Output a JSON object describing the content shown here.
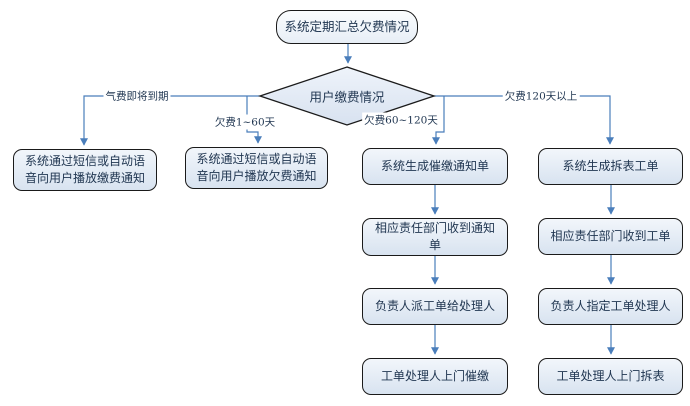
{
  "diagram": {
    "title_hint": "欠费处理流程图",
    "start": "系统定期汇总欠费情况",
    "decision": "用户缴费情况",
    "branches": [
      {
        "condition": "气费即将到期",
        "steps": [
          "系统通过短信或自动语音向用户播放缴费通知"
        ]
      },
      {
        "condition": "欠费1~60天",
        "steps": [
          "系统通过短信或自动语音向用户播放欠费通知"
        ]
      },
      {
        "condition": "欠费60~120天",
        "steps": [
          "系统生成催缴通知单",
          "相应责任部门收到通知单",
          "负责人派工单给处理人",
          "工单处理人上门催缴"
        ]
      },
      {
        "condition": "欠费120天以上",
        "steps": [
          "系统生成拆表工单",
          "相应责任部门收到工单",
          "负责人指定工单处理人",
          "工单处理人上门拆表"
        ]
      }
    ],
    "colors": {
      "connector": "#4a7ebb",
      "shape_fill": "#dce6f1",
      "shape_border": "#1a1a1a",
      "text": "#1f3550",
      "background": "#ffffff"
    }
  }
}
